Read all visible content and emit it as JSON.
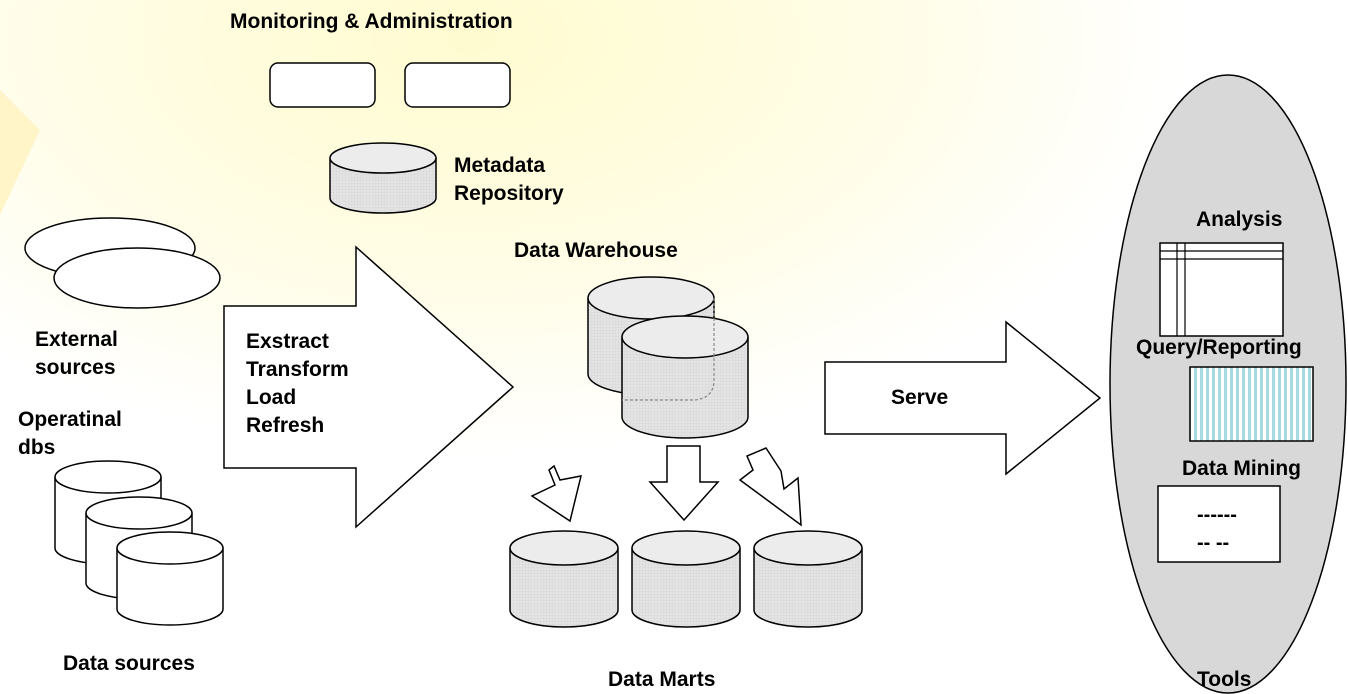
{
  "colors": {
    "background_glow": "#fffbd0",
    "cylinder_fill": "#e2e2e2",
    "tools_ellipse_fill": "#d8d8d8",
    "query_stripes": "#a8d8e0",
    "stroke": "#000000"
  },
  "monitoring": {
    "title": "Monitoring & Administration"
  },
  "metadata": {
    "label": "Metadata\nRepository"
  },
  "sources": {
    "external_label": "External\nsources",
    "operational_label": "Operatinal\ndbs",
    "caption": "Data sources"
  },
  "etl": {
    "label": "Exstract\nTransform\nLoad\nRefresh"
  },
  "warehouse": {
    "label": "Data Warehouse"
  },
  "marts": {
    "caption": "Data Marts"
  },
  "serve": {
    "label": "Serve"
  },
  "tools": {
    "analysis": "Analysis",
    "query_reporting": "Query/Reporting",
    "data_mining": "Data Mining",
    "mining_line1": "------",
    "mining_line2": "-- --",
    "caption": "Tools"
  }
}
